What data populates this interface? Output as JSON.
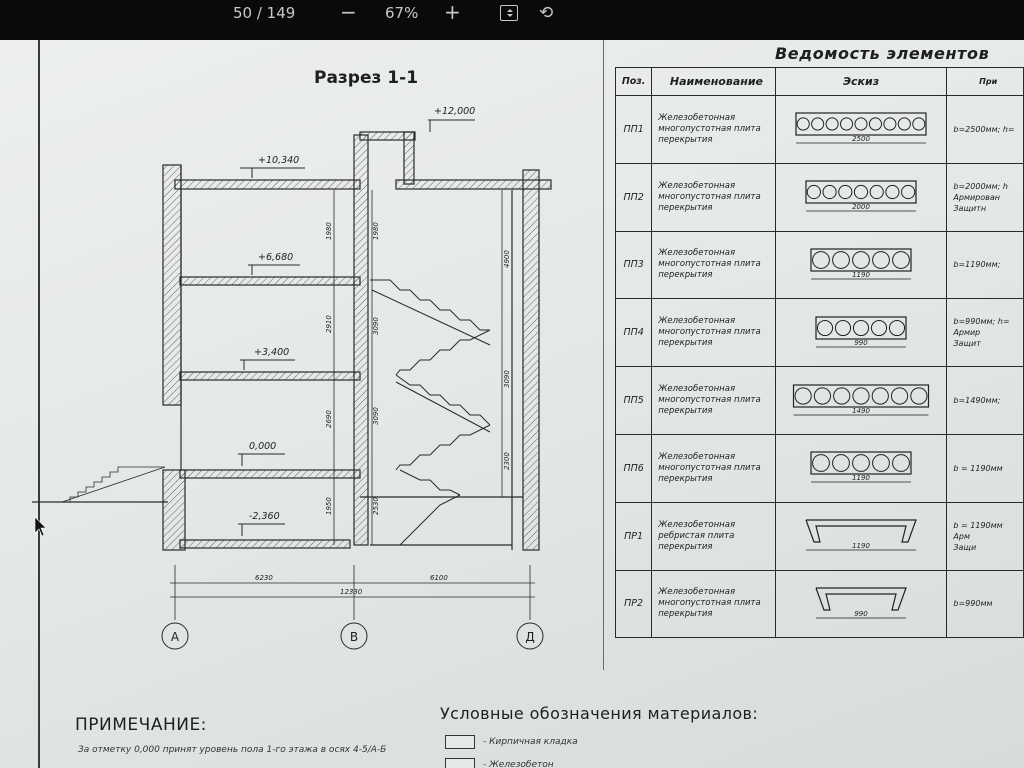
{
  "viewer": {
    "page_indicator": "50 / 149",
    "zoom": "67%",
    "zoom_out": "−",
    "zoom_in": "+"
  },
  "drawing": {
    "title": "Разрез 1-1",
    "elevations": [
      "+12,000",
      "+10,340",
      "+6,680",
      "+3,400",
      "0,000",
      "-2,360"
    ],
    "dims_left": [
      "1980",
      "2910",
      "2690",
      "1950"
    ],
    "dims_mid": [
      "1980",
      "3090",
      "3090",
      "2530"
    ],
    "dims_right": [
      "4900",
      "3090",
      "2300"
    ],
    "bottom_dims": [
      "6230",
      "6100",
      "12330"
    ],
    "axes": [
      "А",
      "В",
      "Д"
    ]
  },
  "spec_table": {
    "title": "Ведомость элементов",
    "headers": [
      "Поз.",
      "Наименование",
      "Эскиз",
      "При"
    ],
    "rows": [
      {
        "pos": "ПП1",
        "name": [
          "Железобетонная",
          "многопустотная плита",
          "перекрытия"
        ],
        "dim": "2500",
        "note": [
          "b=2500мм; h="
        ]
      },
      {
        "pos": "ПП2",
        "name": [
          "Железобетонная",
          "многопустотная плита",
          "перекрытия"
        ],
        "dim": "2000",
        "note": [
          "b=2000мм; h",
          "Армирован",
          "Защитн"
        ]
      },
      {
        "pos": "ПП3",
        "name": [
          "Железобетонная",
          "многопустотная плита",
          "перекрытия"
        ],
        "dim": "1190",
        "note": [
          "b=1190мм;"
        ]
      },
      {
        "pos": "ПП4",
        "name": [
          "Железобетонная",
          "многопустотная плита",
          "перекрытия"
        ],
        "dim": "990",
        "note": [
          "b=990мм; h=",
          "Армир",
          "Защит"
        ]
      },
      {
        "pos": "ПП5",
        "name": [
          "Железобетонная",
          "многопустотная плита",
          "перекрытия"
        ],
        "dim": "1490",
        "note": [
          "b=1490мм;"
        ]
      },
      {
        "pos": "ПП6",
        "name": [
          "Железобетонная",
          "многопустотная плита",
          "перекрытия"
        ],
        "dim": "1190",
        "note": [
          "b = 1190мм"
        ]
      },
      {
        "pos": "ПР1",
        "name": [
          "Железобетонная",
          "ребристая плита",
          "перекрытия"
        ],
        "dim": "1190",
        "note": [
          "b = 1190мм",
          "Арм",
          "Защи"
        ]
      },
      {
        "pos": "ПР2",
        "name": [
          "Железобетонная",
          "многопустотная плита",
          "перекрытия"
        ],
        "dim": "990",
        "note": [
          "b=990мм"
        ]
      }
    ]
  },
  "legend": {
    "title": "Условные обозначения материалов:",
    "items": [
      "- Кирпичная кладка",
      "- Железобетон"
    ]
  },
  "note": {
    "title": "ПРИМЕЧАНИЕ:",
    "text": "За отметку 0,000 принят уровень пола 1-го этажа в осях 4-5/А-Б"
  }
}
